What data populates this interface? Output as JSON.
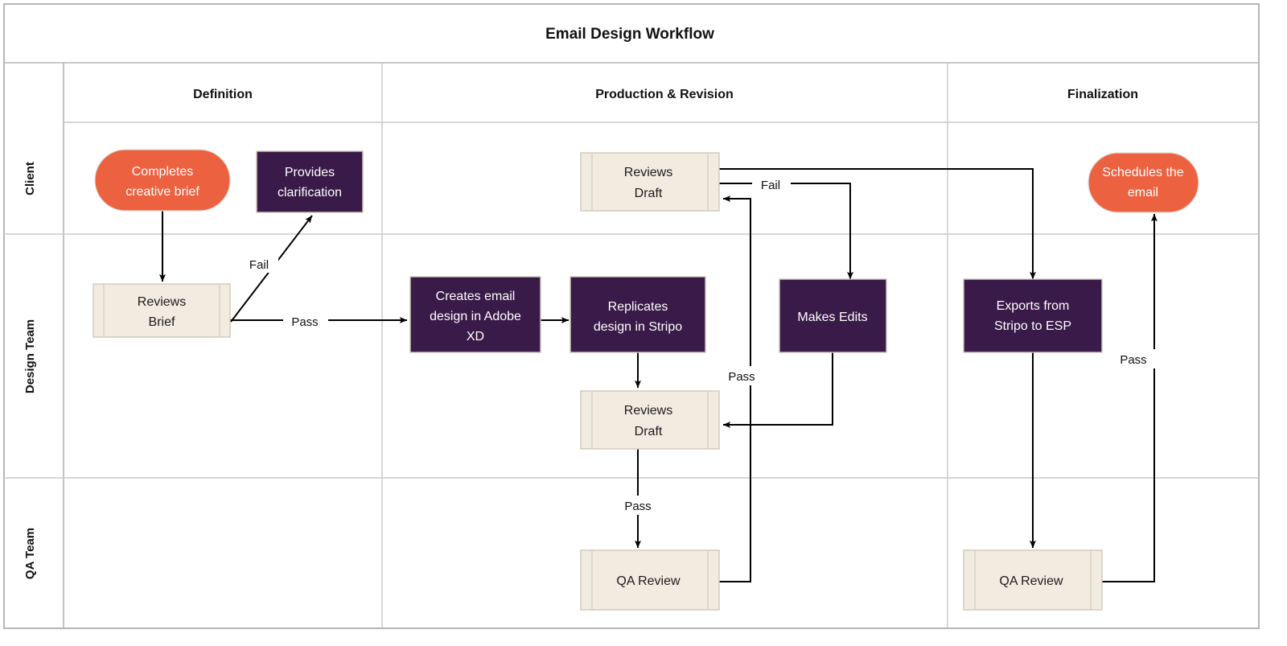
{
  "diagram": {
    "title": "Email Design Workflow",
    "type": "swimlane-flowchart",
    "colors": {
      "terminator_fill": "#EC6240",
      "process_fill": "#3A1A48",
      "subprocess_fill": "#F2EBE0",
      "frame_stroke": "#B6B6B6",
      "line": "#000000",
      "text_light": "#FFFFFF",
      "text_dark": "#1B1B1B"
    },
    "phases": [
      {
        "id": "definition",
        "label": "Definition"
      },
      {
        "id": "production",
        "label": "Production & Revision"
      },
      {
        "id": "finalization",
        "label": "Finalization"
      }
    ],
    "lanes": [
      {
        "id": "client",
        "label": "Client"
      },
      {
        "id": "design",
        "label": "Design Team"
      },
      {
        "id": "qa",
        "label": "QA Team"
      }
    ],
    "nodes": [
      {
        "id": "completes-creative-brief",
        "lane": "client",
        "phase": "definition",
        "shape": "stadium",
        "style": "terminator",
        "lines": [
          "Completes",
          "creative brief"
        ]
      },
      {
        "id": "provides-clarification",
        "lane": "client",
        "phase": "definition",
        "shape": "rect",
        "style": "process",
        "lines": [
          "Provides",
          "clarification"
        ]
      },
      {
        "id": "reviews-brief",
        "lane": "design",
        "phase": "definition",
        "shape": "subroutine",
        "style": "subprocess",
        "lines": [
          "Reviews",
          "Brief"
        ]
      },
      {
        "id": "creates-email-design",
        "lane": "design",
        "phase": "production",
        "shape": "rect",
        "style": "process",
        "lines": [
          "Creates email",
          "design in Adobe",
          "XD"
        ]
      },
      {
        "id": "replicates-design",
        "lane": "design",
        "phase": "production",
        "shape": "rect",
        "style": "process",
        "lines": [
          "Replicates",
          "design in Stripo"
        ]
      },
      {
        "id": "design-reviews-draft",
        "lane": "design",
        "phase": "production",
        "shape": "subroutine",
        "style": "subprocess",
        "lines": [
          "Reviews",
          "Draft"
        ]
      },
      {
        "id": "qa-review-production",
        "lane": "qa",
        "phase": "production",
        "shape": "subroutine",
        "style": "subprocess",
        "lines": [
          "QA Review"
        ]
      },
      {
        "id": "client-reviews-draft",
        "lane": "client",
        "phase": "production",
        "shape": "subroutine",
        "style": "subprocess",
        "lines": [
          "Reviews",
          "Draft"
        ]
      },
      {
        "id": "makes-edits",
        "lane": "design",
        "phase": "production",
        "shape": "rect",
        "style": "process",
        "lines": [
          "Makes Edits"
        ]
      },
      {
        "id": "exports-from-stripo",
        "lane": "design",
        "phase": "finalization",
        "shape": "rect",
        "style": "process",
        "lines": [
          "Exports from",
          "Stripo to ESP"
        ]
      },
      {
        "id": "qa-review-finalization",
        "lane": "qa",
        "phase": "finalization",
        "shape": "subroutine",
        "style": "subprocess",
        "lines": [
          "QA Review"
        ]
      },
      {
        "id": "schedules-the-email",
        "lane": "client",
        "phase": "finalization",
        "shape": "stadium",
        "style": "terminator",
        "lines": [
          "Schedules the",
          "email"
        ]
      }
    ],
    "edges": [
      {
        "id": "brief-to-reviews-brief",
        "from": "completes-creative-brief",
        "to": "reviews-brief",
        "label": ""
      },
      {
        "id": "reviews-brief-fail",
        "from": "reviews-brief",
        "to": "provides-clarification",
        "label": "Fail"
      },
      {
        "id": "reviews-brief-pass",
        "from": "reviews-brief",
        "to": "creates-email-design",
        "label": "Pass"
      },
      {
        "id": "creates-to-replicates",
        "from": "creates-email-design",
        "to": "replicates-design",
        "label": ""
      },
      {
        "id": "replicates-to-draft",
        "from": "replicates-design",
        "to": "design-reviews-draft",
        "label": ""
      },
      {
        "id": "draft-to-qa-pass",
        "from": "design-reviews-draft",
        "to": "qa-review-production",
        "label": "Pass"
      },
      {
        "id": "qa-to-client-draft-pass",
        "from": "qa-review-production",
        "to": "client-reviews-draft",
        "label": "Pass"
      },
      {
        "id": "client-draft-fail",
        "from": "client-reviews-draft",
        "to": "makes-edits",
        "label": "Fail"
      },
      {
        "id": "makes-edits-to-draft",
        "from": "makes-edits",
        "to": "design-reviews-draft",
        "label": ""
      },
      {
        "id": "client-draft-to-exports",
        "from": "client-reviews-draft",
        "to": "exports-from-stripo",
        "label": ""
      },
      {
        "id": "exports-to-qa",
        "from": "exports-from-stripo",
        "to": "qa-review-finalization",
        "label": ""
      },
      {
        "id": "qa-final-pass",
        "from": "qa-review-finalization",
        "to": "schedules-the-email",
        "label": "Pass"
      }
    ],
    "edge_labels": {
      "fail_brief": "Fail",
      "pass_brief": "Pass",
      "pass_draft_qa": "Pass",
      "pass_qa_client": "Pass",
      "fail_client_draft": "Fail",
      "pass_final": "Pass"
    }
  }
}
